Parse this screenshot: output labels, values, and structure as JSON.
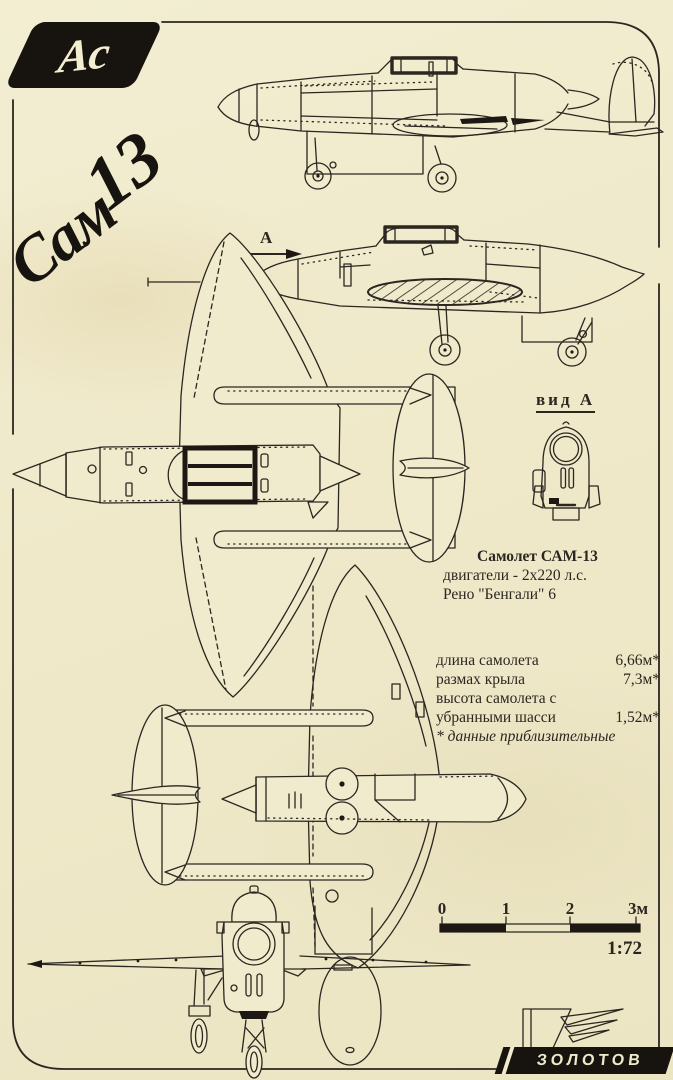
{
  "page": {
    "background": "#f1ebcd",
    "ink": "#2b2620"
  },
  "branding": {
    "corner_logo_text": "Ас",
    "script_title_word": "Сам",
    "script_title_number": "13",
    "publisher_banner": "ЗОЛОТОВ"
  },
  "annotations": {
    "view_direction_label": "А",
    "view_a_heading": "вид А"
  },
  "info_block": {
    "title": "Самолет САМ-13",
    "engines": "двигатели - 2х220 л.с.",
    "engine_model": "Рено \"Бенгали\" 6"
  },
  "specs": {
    "rows": [
      {
        "label": "длина самолета",
        "value": "6,66м*"
      },
      {
        "label": "размах крыла",
        "value": "7,3м*"
      },
      {
        "label": "высота самолета с",
        "value": ""
      },
      {
        "label": "убранными шасси",
        "value": "1,52м*"
      }
    ],
    "footnote": "* данные приблизительные"
  },
  "scale_bar": {
    "ticks": [
      "0",
      "1",
      "2",
      "3м"
    ],
    "ratio": "1:72"
  }
}
